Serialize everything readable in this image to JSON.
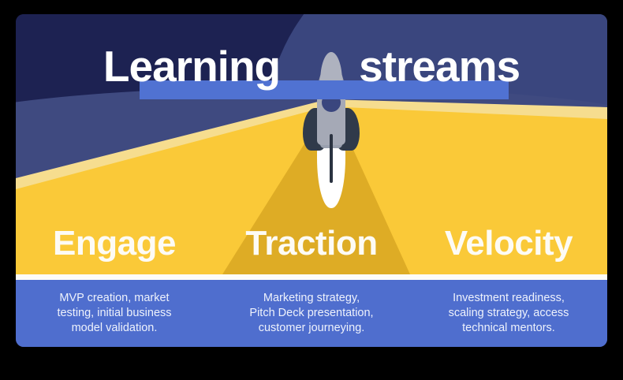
{
  "card": {
    "title": {
      "words": [
        "Learning",
        "streams"
      ],
      "full_text": "Learning streams",
      "highlight_color": "#5072d2",
      "text_color": "#ffffff"
    },
    "illustration": {
      "name": "rocket-launch-illustration",
      "sky_dark_color": "#1d2252",
      "sky_light_color": "#3a467e",
      "hill_color": "#3f4a80",
      "road_color": "#fac938",
      "road_edge_color": "#f6dd8f",
      "road_beam_color": "#deac25",
      "rocket_body_color": "#a5a9b6",
      "rocket_fin_color": "#303a4a",
      "rocket_window_color": "#3a467e",
      "flame_color": "#ffffff"
    },
    "stages": [
      {
        "id": "engage",
        "label": "Engage",
        "description": "MVP creation, market\ntesting, initial business\nmodel validation."
      },
      {
        "id": "traction",
        "label": "Traction",
        "description": "Marketing strategy,\nPitch Deck presentation,\ncustomer journeying."
      },
      {
        "id": "velocity",
        "label": "Velocity",
        "description": "Investment readiness,\nscaling strategy, access\ntechnical mentors."
      }
    ],
    "band_color": "#4f6ece",
    "band_text_color": "#eef2fc",
    "stage_label_color": "#fdfbf5",
    "separator_color": "#fdfcf8",
    "background_color": "#000000"
  }
}
